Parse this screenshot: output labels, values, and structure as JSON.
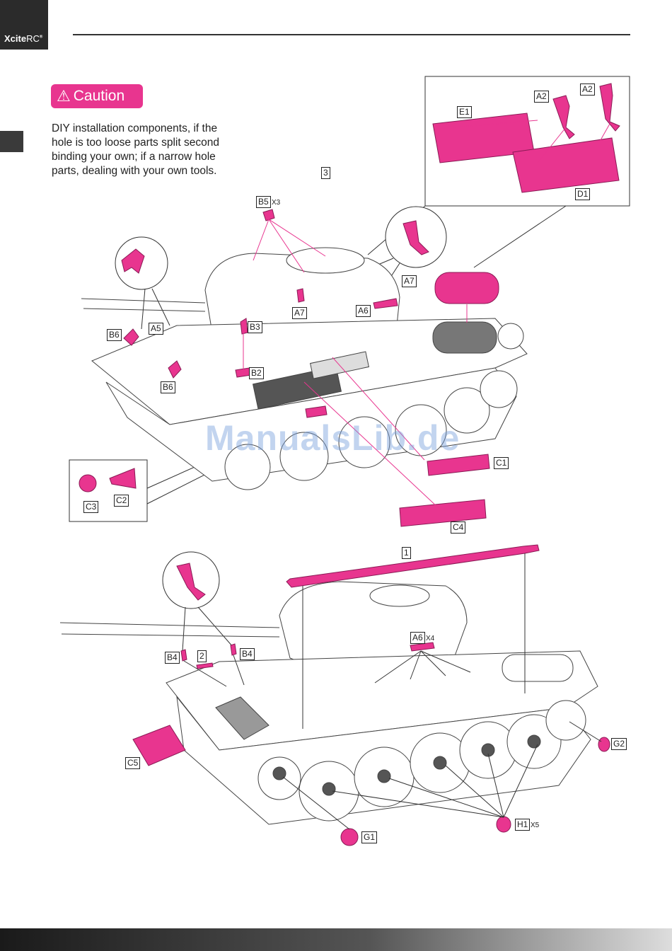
{
  "header": {
    "brand_bold": "Xcite",
    "brand_light": "RC",
    "brand_mark": "®"
  },
  "caution": {
    "label": "Caution",
    "icon": "warning-triangle-icon",
    "lines": [
      "DIY installation components, if the",
      "hole is too loose parts split second",
      "binding your own; if a narrow hole",
      "parts, dealing with your own tools."
    ]
  },
  "watermark": "ManualsLib.de",
  "colors": {
    "accent": "#e8358f",
    "dark": "#2b2b2b",
    "line": "#333333"
  },
  "diagram_top": {
    "step": "3",
    "labels": {
      "b5": "B5",
      "b5_qty": "X3",
      "a2a": "A2",
      "a2b": "A2",
      "e1": "E1",
      "d1": "D1",
      "a7a": "A7",
      "a7b": "A7",
      "a6": "A6",
      "b6a": "B6",
      "b6b": "B6",
      "a5": "A5",
      "b3": "B3",
      "b2": "B2",
      "c1": "C1",
      "c2": "C2",
      "c3": "C3",
      "c4": "C4"
    }
  },
  "diagram_bottom": {
    "step1": "1",
    "step2": "2",
    "labels": {
      "b4a": "B4",
      "b4b": "B4",
      "a6": "A6",
      "a6_qty": "X4",
      "c5": "C5",
      "g1": "G1",
      "g2": "G2",
      "h1": "H1",
      "h1_qty": "X5"
    }
  }
}
